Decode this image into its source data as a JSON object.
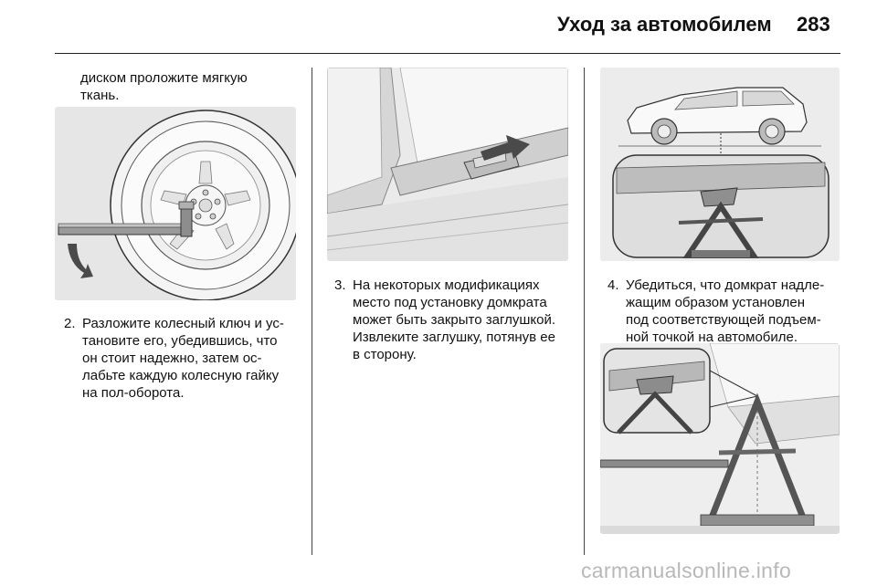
{
  "header": {
    "title": "Уход за автомобилем",
    "page_number": "283"
  },
  "col1": {
    "intro_lines": [
      "диском проложите мягкую",
      "ткань."
    ],
    "step2": {
      "number": "2.",
      "lines": [
        "Разложите колесный ключ и ус-",
        "тановите его, убедившись, что",
        "он стоит надежно, затем ос-",
        "лабьте каждую колесную гайку",
        "на пол-оборота."
      ]
    }
  },
  "col2": {
    "step3": {
      "number": "3.",
      "lines": [
        "На некоторых модификациях",
        "место под установку домкрата",
        "может быть закрыто заглушкой.",
        "Извлеките заглушку, потянув ее",
        "в сторону."
      ]
    }
  },
  "col3": {
    "step4": {
      "number": "4.",
      "lines": [
        "Убедиться, что домкрат надле-",
        "жащим образом установлен",
        "под соответствующей подъем-",
        "ной точкой на автомобиле."
      ]
    }
  },
  "watermark": "carmanualsonline.info"
}
